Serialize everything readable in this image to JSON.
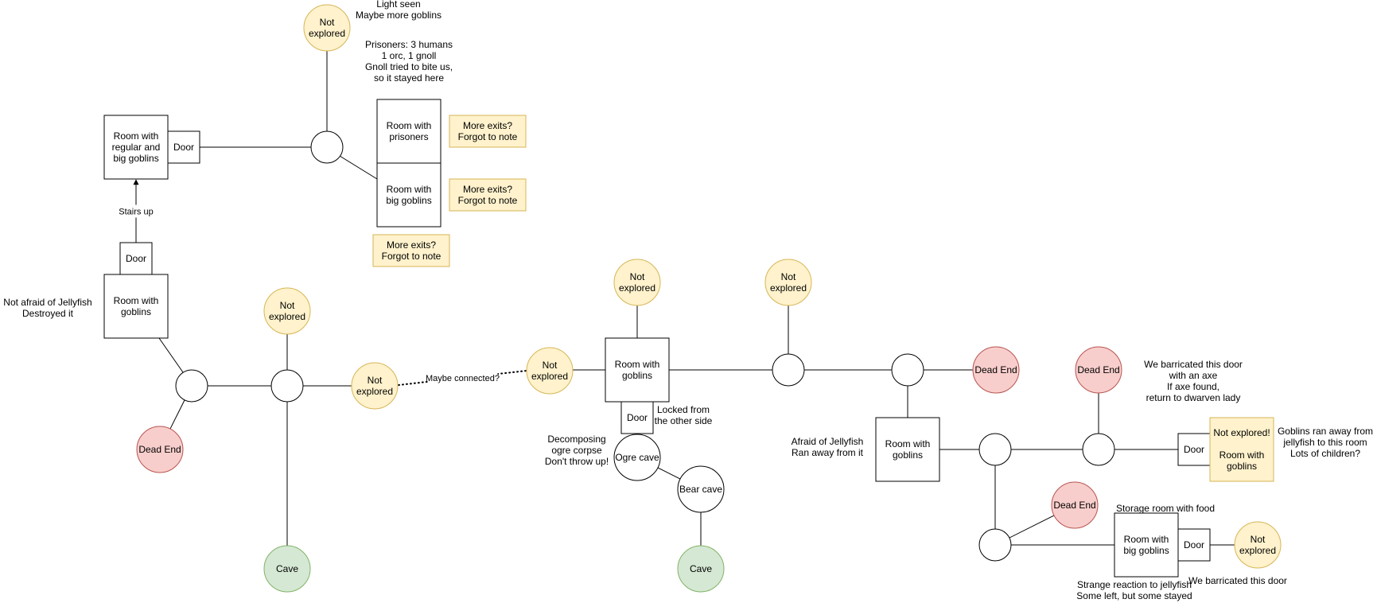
{
  "colors": {
    "stroke": "#000000",
    "room_fill": "#ffffff",
    "junction_fill": "#ffffff",
    "unexplored_fill": "#fff2cc",
    "unexplored_stroke": "#d6b656",
    "dead_end_fill": "#f8cecc",
    "dead_end_stroke": "#b85450",
    "cave_fill": "#d5e8d4",
    "cave_stroke": "#82b366",
    "note_fill": "#fff2cc",
    "note_stroke": "#d6b656"
  },
  "nodes": [
    {
      "id": "room_regular_big",
      "kind": "room",
      "lines": [
        "Room with",
        "regular and",
        "big goblins"
      ]
    },
    {
      "id": "door_regular_big",
      "kind": "door",
      "lines": [
        "Door"
      ]
    },
    {
      "id": "door_lower",
      "kind": "door",
      "lines": [
        "Door"
      ]
    },
    {
      "id": "room_goblins_left",
      "kind": "room",
      "lines": [
        "Room with",
        "goblins"
      ]
    },
    {
      "id": "room_prisoners",
      "kind": "room",
      "lines": [
        "Room with",
        "prisoners"
      ]
    },
    {
      "id": "room_big_goblins_top",
      "kind": "room",
      "lines": [
        "Room with",
        "big goblins"
      ]
    },
    {
      "id": "note_exits_1",
      "kind": "note",
      "lines": [
        "More exits?",
        "Forgot to note"
      ]
    },
    {
      "id": "note_exits_2",
      "kind": "note",
      "lines": [
        "More exits?",
        "Forgot to note"
      ]
    },
    {
      "id": "note_exits_3",
      "kind": "note",
      "lines": [
        "More exits?",
        "Forgot to note"
      ]
    },
    {
      "id": "unexplored_top",
      "kind": "unexplored",
      "lines": [
        "Not",
        "explored"
      ]
    },
    {
      "id": "junction_top",
      "kind": "junction",
      "lines": []
    },
    {
      "id": "junction_left_a",
      "kind": "junction",
      "lines": []
    },
    {
      "id": "junction_left_b",
      "kind": "junction",
      "lines": []
    },
    {
      "id": "dead_end_left",
      "kind": "dead_end",
      "lines": [
        "Dead End"
      ]
    },
    {
      "id": "unexplored_left_top",
      "kind": "unexplored",
      "lines": [
        "Not",
        "explored"
      ]
    },
    {
      "id": "cave_left",
      "kind": "cave",
      "lines": [
        "Cave"
      ]
    },
    {
      "id": "unexplored_left_right",
      "kind": "unexplored",
      "lines": [
        "Not",
        "explored"
      ]
    },
    {
      "id": "unexplored_mid_left",
      "kind": "unexplored",
      "lines": [
        "Not",
        "explored"
      ]
    },
    {
      "id": "room_goblins_mid",
      "kind": "room",
      "lines": [
        "Room with",
        "goblins"
      ]
    },
    {
      "id": "unexplored_mid_top",
      "kind": "unexplored",
      "lines": [
        "Not",
        "explored"
      ]
    },
    {
      "id": "door_mid",
      "kind": "door",
      "lines": [
        "Door"
      ]
    },
    {
      "id": "ogre_cave",
      "kind": "junction",
      "lines": [
        "Ogre cave"
      ]
    },
    {
      "id": "bear_cave",
      "kind": "junction",
      "lines": [
        "Bear cave"
      ]
    },
    {
      "id": "cave_mid",
      "kind": "cave",
      "lines": [
        "Cave"
      ]
    },
    {
      "id": "junction_mid",
      "kind": "junction",
      "lines": []
    },
    {
      "id": "unexplored_mid2_top",
      "kind": "unexplored",
      "lines": [
        "Not",
        "explored"
      ]
    },
    {
      "id": "junction_right_a",
      "kind": "junction",
      "lines": []
    },
    {
      "id": "dead_end_right_a",
      "kind": "dead_end",
      "lines": [
        "Dead End"
      ]
    },
    {
      "id": "room_goblins_right",
      "kind": "room",
      "lines": [
        "Room with",
        "goblins"
      ]
    },
    {
      "id": "junction_right_b",
      "kind": "junction",
      "lines": []
    },
    {
      "id": "junction_right_c",
      "kind": "junction",
      "lines": []
    },
    {
      "id": "dead_end_right_b",
      "kind": "dead_end",
      "lines": [
        "Dead End"
      ]
    },
    {
      "id": "door_right",
      "kind": "door",
      "lines": [
        "Door"
      ]
    },
    {
      "id": "room_unexplored_goblins",
      "kind": "note",
      "lines": [
        "Not explored!",
        "",
        "Room with",
        "goblins"
      ]
    },
    {
      "id": "junction_bottom",
      "kind": "junction",
      "lines": []
    },
    {
      "id": "dead_end_bottom",
      "kind": "dead_end",
      "lines": [
        "Dead End"
      ]
    },
    {
      "id": "room_big_goblins_bottom",
      "kind": "room",
      "lines": [
        "Room with",
        "big goblins"
      ]
    },
    {
      "id": "door_bottom",
      "kind": "door",
      "lines": [
        "Door"
      ]
    },
    {
      "id": "unexplored_bottom",
      "kind": "unexplored",
      "lines": [
        "Not",
        "explored"
      ]
    }
  ],
  "edges": [
    {
      "from": "door_regular_big",
      "to": "junction_top"
    },
    {
      "from": "junction_top",
      "to": "unexplored_top"
    },
    {
      "from": "junction_top",
      "to": "room_big_goblins_top"
    },
    {
      "from": "door_lower",
      "to": "room_regular_big",
      "arrow": true,
      "label": "Stairs up"
    },
    {
      "from": "room_goblins_left",
      "to": "junction_left_a"
    },
    {
      "from": "junction_left_a",
      "to": "dead_end_left"
    },
    {
      "from": "junction_left_a",
      "to": "junction_left_b"
    },
    {
      "from": "junction_left_b",
      "to": "unexplored_left_top"
    },
    {
      "from": "junction_left_b",
      "to": "cave_left"
    },
    {
      "from": "junction_left_b",
      "to": "unexplored_left_right"
    },
    {
      "from": "unexplored_left_right",
      "to": "unexplored_mid_left",
      "dotted": true,
      "label": "Maybe connected?"
    },
    {
      "from": "unexplored_mid_left",
      "to": "room_goblins_mid"
    },
    {
      "from": "room_goblins_mid",
      "to": "unexplored_mid_top"
    },
    {
      "from": "ogre_cave",
      "to": "bear_cave"
    },
    {
      "from": "bear_cave",
      "to": "cave_mid"
    },
    {
      "from": "room_goblins_mid",
      "to": "junction_mid"
    },
    {
      "from": "junction_mid",
      "to": "unexplored_mid2_top"
    },
    {
      "from": "junction_mid",
      "to": "junction_right_a"
    },
    {
      "from": "junction_right_a",
      "to": "dead_end_right_a"
    },
    {
      "from": "junction_right_a",
      "to": "room_goblins_right"
    },
    {
      "from": "room_goblins_right",
      "to": "junction_right_b"
    },
    {
      "from": "junction_right_b",
      "to": "junction_right_c"
    },
    {
      "from": "junction_right_c",
      "to": "dead_end_right_b"
    },
    {
      "from": "junction_right_c",
      "to": "door_right"
    },
    {
      "from": "junction_right_b",
      "to": "junction_bottom"
    },
    {
      "from": "junction_bottom",
      "to": "dead_end_bottom"
    },
    {
      "from": "junction_bottom",
      "to": "room_big_goblins_bottom"
    },
    {
      "from": "door_bottom",
      "to": "unexplored_bottom"
    }
  ],
  "annotations": [
    {
      "id": "light_seen",
      "lines": [
        "Light seen",
        "Maybe more goblins"
      ]
    },
    {
      "id": "prisoners_note",
      "lines": [
        "Prisoners: 3 humans",
        "1 orc, 1 gnoll",
        "Gnoll tried to bite us,",
        "so it stayed here"
      ]
    },
    {
      "id": "not_afraid",
      "lines": [
        "Not afraid of Jellyfish",
        "Destroyed it"
      ]
    },
    {
      "id": "locked",
      "lines": [
        "Locked from",
        "the other side"
      ]
    },
    {
      "id": "ogre_corpse",
      "lines": [
        "Decomposing",
        "ogre corpse",
        "Don't throw up!"
      ]
    },
    {
      "id": "afraid",
      "lines": [
        "Afraid of Jellyfish",
        "Ran away from it"
      ]
    },
    {
      "id": "barricaded_axe",
      "lines": [
        "We barricated this door",
        "with an axe",
        "If axe found,",
        "return to dwarven lady"
      ]
    },
    {
      "id": "goblins_ran",
      "lines": [
        "Goblins ran away from",
        "jellyfish to this room",
        "Lots of children?"
      ]
    },
    {
      "id": "storage",
      "lines": [
        "Storage room with food"
      ]
    },
    {
      "id": "barricaded_bottom",
      "lines": [
        "We barricated this door"
      ]
    },
    {
      "id": "strange_reaction",
      "lines": [
        "Strange reaction to jellyfish",
        "Some left, but some stayed"
      ]
    }
  ]
}
